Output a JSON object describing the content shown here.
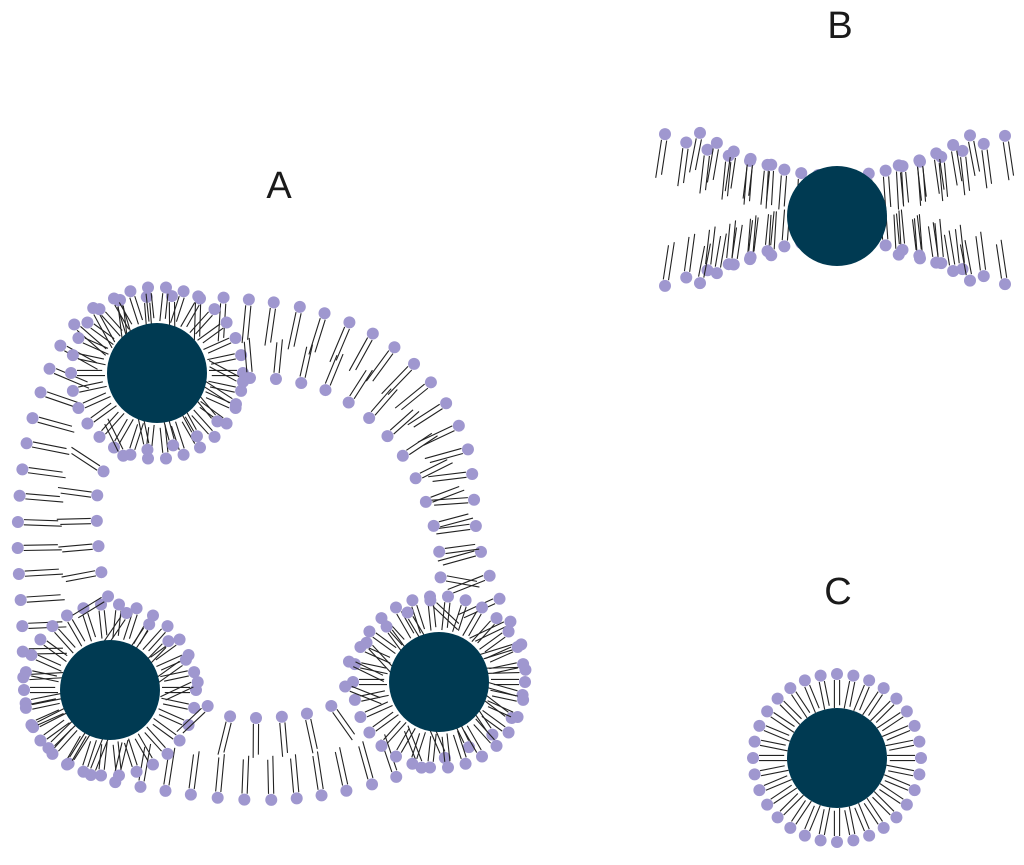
{
  "labels": {
    "a": "A",
    "b": "B",
    "c": "C"
  },
  "colors": {
    "nanoparticle": "#003a52",
    "head": "#9f97cf",
    "tail": "#222222",
    "background": "#ffffff"
  },
  "panels": [
    {
      "id": "A",
      "nanoparticles": 3,
      "structure": "lipid-bilayer-vesicle"
    },
    {
      "id": "B",
      "nanoparticles": 1,
      "structure": "lipid-bilayer-embedded"
    },
    {
      "id": "C",
      "nanoparticles": 1,
      "structure": "lipid-monolayer-coated"
    }
  ]
}
